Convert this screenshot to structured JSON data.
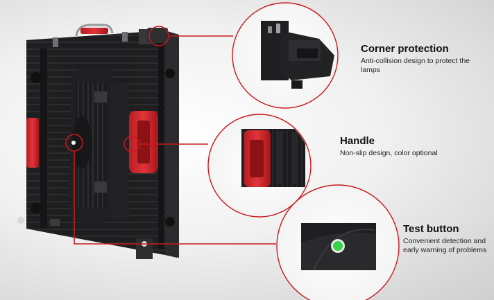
{
  "features": [
    {
      "title": "Corner protection",
      "description": "Anti-collision design to protect the lamps"
    },
    {
      "title": "Handle",
      "description": "Non-slip design, color optional"
    },
    {
      "title": "Test button",
      "description": "Convenient detection and early warning of problems"
    }
  ],
  "colors": {
    "callout_line": "#c8191e",
    "handle": "#d02a2a",
    "cabinet": "#1c1c1e",
    "test_button": "#36d24a"
  }
}
